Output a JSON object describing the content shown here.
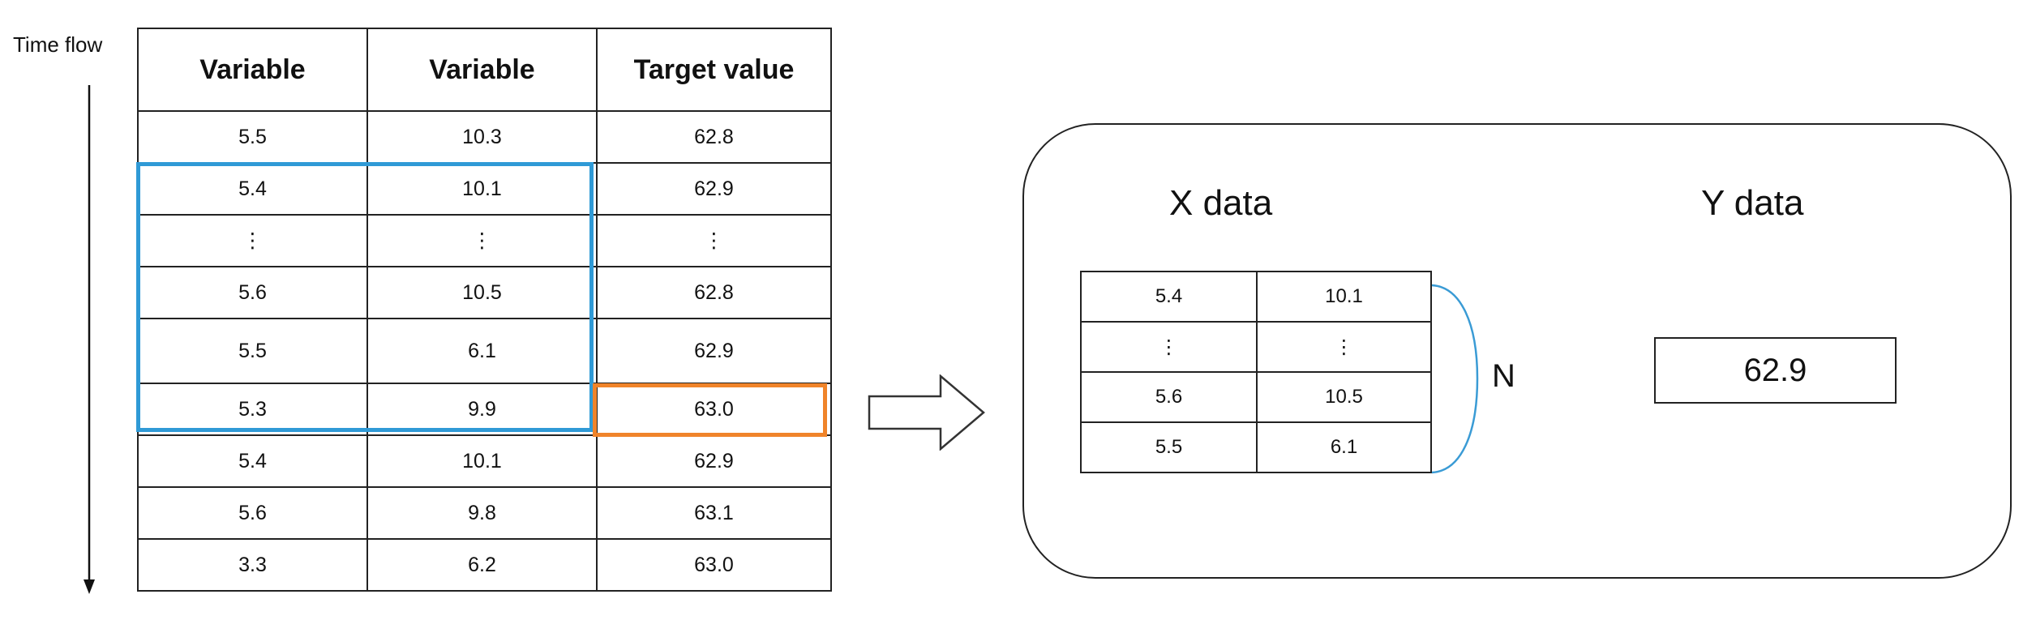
{
  "time_label": "Time flow",
  "main_table": {
    "headers": [
      "Variable",
      "Variable",
      "Target value"
    ],
    "rows": [
      [
        "5.5",
        "10.3",
        "62.8"
      ],
      [
        "5.4",
        "10.1",
        "62.9"
      ],
      [
        "⋮",
        "⋮",
        "⋮"
      ],
      [
        "5.6",
        "10.5",
        "62.8"
      ],
      [
        "5.5",
        "6.1",
        "62.9"
      ],
      [
        "5.3",
        "9.9",
        "63.0"
      ],
      [
        "5.4",
        "10.1",
        "62.9"
      ],
      [
        "5.6",
        "9.8",
        "63.1"
      ],
      [
        "3.3",
        "6.2",
        "63.0"
      ]
    ]
  },
  "panel": {
    "x_title": "X data",
    "y_title": "Y data",
    "x_rows": [
      [
        "5.4",
        "10.1"
      ],
      [
        "⋮",
        "⋮"
      ],
      [
        "5.6",
        "10.5"
      ],
      [
        "5.5",
        "6.1"
      ]
    ],
    "n_label": "N",
    "y_value": "62.9"
  },
  "colors": {
    "window_highlight": "#2f9ad6",
    "target_highlight": "#f0842a",
    "lines": "#222222"
  }
}
